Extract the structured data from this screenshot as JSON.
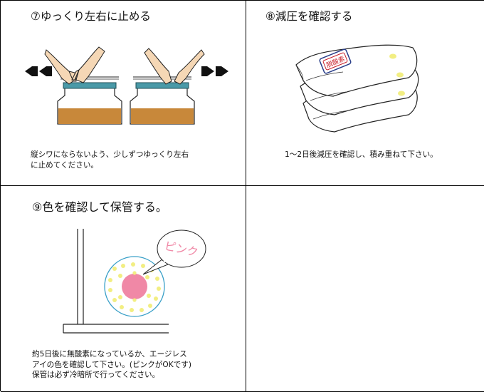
{
  "steps": [
    {
      "title": "⑦ゆっくり左右に止める",
      "caption_lines": [
        "縦シワにならないよう、少しずつゆっくり左右",
        "に止めてください。"
      ]
    },
    {
      "title": "⑧減圧を確認する",
      "caption_lines": [
        "1～2日後減圧を確認し、積み重ねて下さい。"
      ],
      "bag_label": "脱酸素"
    },
    {
      "title": "⑨色を確認して保管する。",
      "caption_lines": [
        "約5日後に無酸素になっているか、エージレス",
        "アイの色を確認して下さい。(ピンクがOKです)",
        "保管は必ず冷暗所で行ってください。"
      ],
      "bubble_text": "ピンク"
    }
  ],
  "colors": {
    "jar_content": "#c8883a",
    "lid": "#4a9aa8",
    "pink": "#f088a6",
    "dots": "#f2ee82",
    "skin": "#f5d7b5",
    "arrow": "#111111"
  }
}
